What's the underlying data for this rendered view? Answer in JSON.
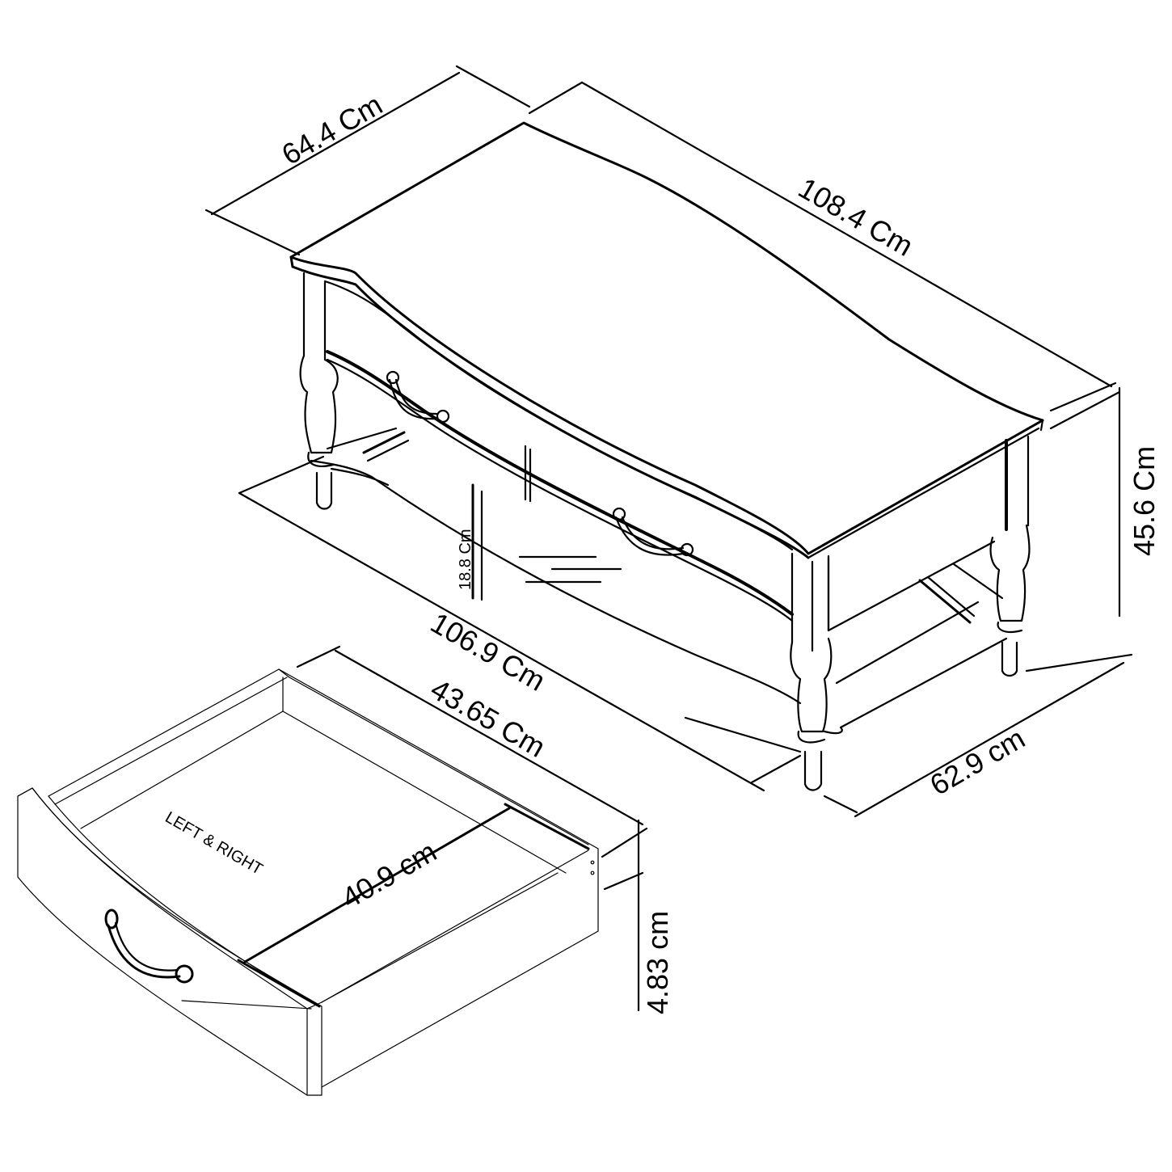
{
  "diagram": {
    "subject": "Coffee table with two drawers – dimension drawing",
    "colors": {
      "line": "#000000",
      "background": "#ffffff"
    },
    "table": {
      "dimensions": {
        "depth_top": "64.4 Cm",
        "width_top": "108.4 Cm",
        "height": "45.6 Cm",
        "width_base": "106.9 Cm",
        "depth_base": "62.9 cm",
        "clearance_height": "18.8 Cm"
      }
    },
    "drawer": {
      "note": "LEFT & RIGHT",
      "dimensions": {
        "width": "43.65  Cm",
        "depth": "40.9 cm",
        "height": "4.83 cm"
      }
    }
  }
}
